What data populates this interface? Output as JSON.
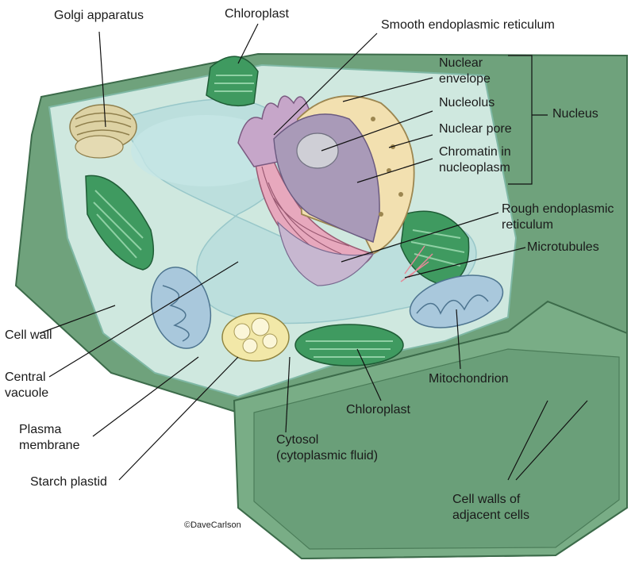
{
  "labels": {
    "golgi": "Golgi apparatus",
    "chloroplast_top": "Chloroplast",
    "smooth_er": "Smooth endoplasmic reticulum",
    "nuclear_envelope": [
      "Nuclear",
      "envelope"
    ],
    "nucleolus": "Nucleolus",
    "nuclear_pore": "Nuclear pore",
    "chromatin": [
      "Chromatin in",
      "nucleoplasm"
    ],
    "nucleus": "Nucleus",
    "rough_er": [
      "Rough endoplasmic",
      "reticulum"
    ],
    "microtubules": "Microtubules",
    "cell_wall": "Cell wall",
    "central_vacuole": [
      "Central",
      "vacuole"
    ],
    "plasma_membrane": [
      "Plasma",
      "membrane"
    ],
    "starch_plastid": "Starch plastid",
    "cytosol": [
      "Cytosol",
      "(cytoplasmic fluid)"
    ],
    "chloroplast_bottom": "Chloroplast",
    "mitochondrion": "Mitochondrion",
    "adjacent_walls": [
      "Cell walls of",
      "adjacent cells"
    ]
  },
  "credit": "©DaveCarlson",
  "colors": {
    "wall": "#6fa27c",
    "wall_dark": "#4f8560",
    "cytosol": "#cfe8df",
    "vacuole": "#b9dedd",
    "chloroplast": "#3f9a60",
    "mitochondrion": "#a9c8dc",
    "nucleus_env": "#f2e0b0",
    "chromatin": "#a99ab8",
    "rough_er": "#e7a8bd",
    "golgi": "#ddd2a4",
    "line": "#111111"
  }
}
